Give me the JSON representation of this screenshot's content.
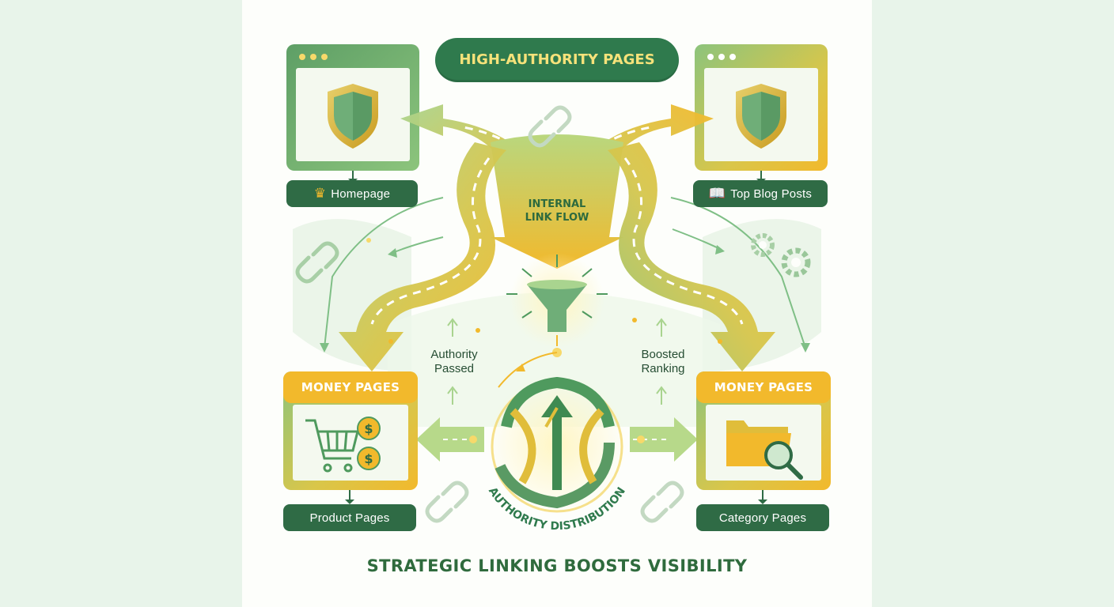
{
  "header": {
    "title": "HIGH-AUTHORITY PAGES"
  },
  "nodes": {
    "homepage": {
      "label": "Homepage",
      "icon": "crown-icon"
    },
    "top_blog_posts": {
      "label": "Top Blog Posts",
      "icon": "book-icon"
    },
    "money_left": {
      "title": "MONEY PAGES",
      "label": "Product Pages",
      "icon": "shopping-cart-icon"
    },
    "money_right": {
      "title": "MONEY PAGES",
      "label": "Category Pages",
      "icon": "folder-search-icon"
    }
  },
  "flow": {
    "internal_link_flow": "INTERNAL LINK FLOW",
    "authority_passed": "Authority Passed",
    "boosted_ranking": "Boosted Ranking",
    "authority_distribution": "AUTHORITY DISTRIBUTION"
  },
  "footer": {
    "tagline": "STRATEGIC LINKING BOOSTS VISIBILITY"
  },
  "colors": {
    "dark_green": "#2f6b45",
    "mid_green": "#6fae78",
    "light_green": "#cfe8cf",
    "gold": "#f2b92c",
    "pale_gold": "#f7d96a"
  }
}
